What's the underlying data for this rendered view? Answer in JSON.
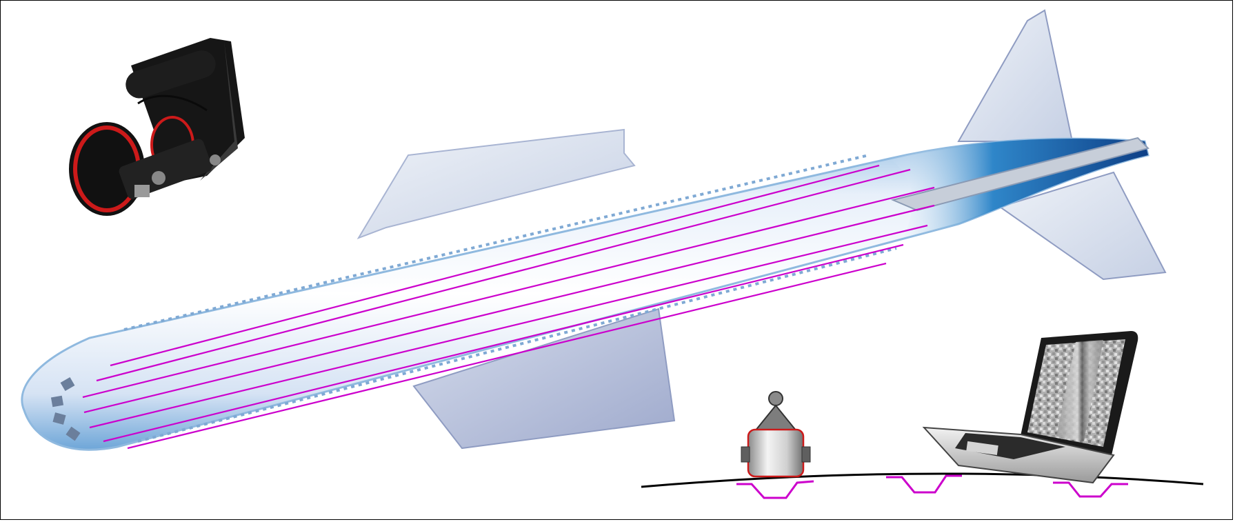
{
  "figure": {
    "scan_line_color": "#cc00cc",
    "fuselage_accent": "#1f6fb8",
    "scanner_wheel_accent": "#cc1a1a",
    "crawler_outline": "#cc1a1a",
    "surface_color": "#000000",
    "stringer_color": "#cc00cc",
    "scan_line_count": 7,
    "stringer_count": 3,
    "icons": [
      "wheel-scanner-icon",
      "aircraft-fuselage-icon",
      "crawler-probe-icon",
      "laptop-icon",
      "skin-surface-line",
      "stringer-profile"
    ]
  }
}
